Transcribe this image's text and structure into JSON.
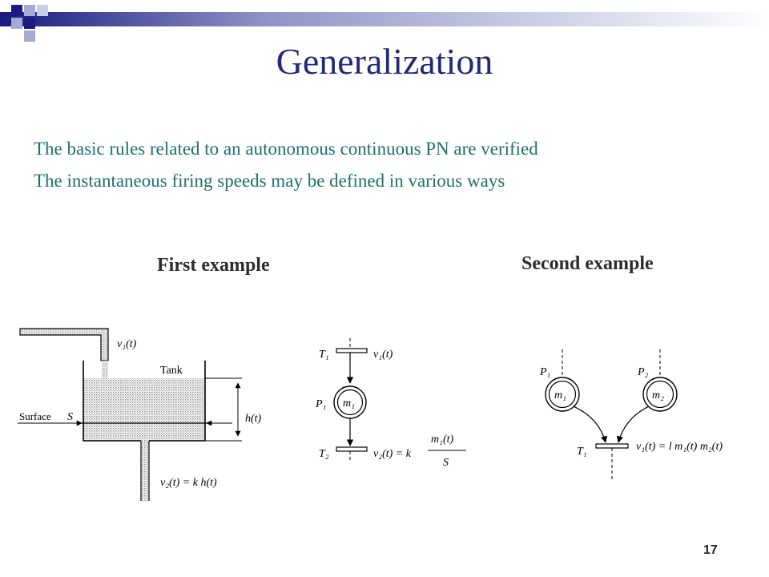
{
  "slide": {
    "title": "Generalization",
    "bullets": [
      "The basic rules related to an autonomous continuous PN are verified",
      "The instantaneous firing speeds may be defined in various ways"
    ],
    "first_example_label": "First example",
    "second_example_label": "Second example",
    "page_number": "17"
  },
  "colors": {
    "title": "#1f2a7a",
    "bullet_text": "#1f6f6f",
    "bar_accent": "#1a1a80"
  },
  "tank_diagram": {
    "v1": "v₁(t)",
    "tank": "Tank",
    "h": "h(t)",
    "surface": "Surface",
    "surface_symbol": "S",
    "v2": "v₂(t) = k h(t)"
  },
  "pn_first": {
    "t1": "T₁",
    "v1": "v₁(t)",
    "p1": "P₁",
    "m1": "m₁",
    "t2": "T₂",
    "v2_prefix": "v₂(t) = k",
    "fraction_num": "m₁(t)",
    "fraction_den": "S"
  },
  "pn_second": {
    "p1": "P₁",
    "m1": "m₁",
    "p2": "P₂",
    "m2": "m₂",
    "t1": "T₁",
    "v1": "v₁(t) = l m₁(t) m₂(t)"
  }
}
